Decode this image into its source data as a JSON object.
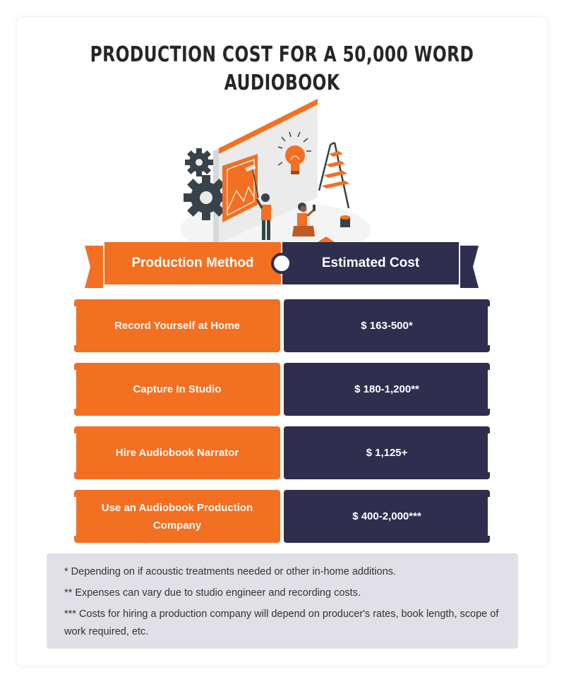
{
  "title": "PRODUCTION COST FOR A 50,000 WORD AUDIOBOOK",
  "illustration": {
    "description": "Isometric illustration of people painting a wall with an image frame, lightbulb, gears, ladder and paint bucket",
    "icons": [
      "gear-icon",
      "picture-frame-icon",
      "lightbulb-icon",
      "ladder-icon",
      "paint-bucket-icon",
      "paint-roller-icon"
    ]
  },
  "colors": {
    "accent_orange": "#F36F21",
    "navy": "#2F2E4F",
    "notes_bg": "#E1E0E6",
    "title": "#262626"
  },
  "table": {
    "headers": {
      "method": "Production Method",
      "cost": "Estimated Cost"
    },
    "rows": [
      {
        "method": "Record Yourself at Home",
        "cost": "$ 163-500*"
      },
      {
        "method": "Capture In Studio",
        "cost": "$ 180-1,200**"
      },
      {
        "method": "Hire Audiobook Narrator",
        "cost": "$ 1,125+"
      },
      {
        "method": "Use an Audiobook Production Company",
        "cost": "$ 400-2,000***"
      }
    ]
  },
  "notes": [
    "* Depending on if acoustic treatments needed or other in-home additions.",
    "** Expenses can vary due to studio engineer and recording costs.",
    "*** Costs for hiring a production company will depend on producer's rates, book length, scope of work required, etc."
  ]
}
